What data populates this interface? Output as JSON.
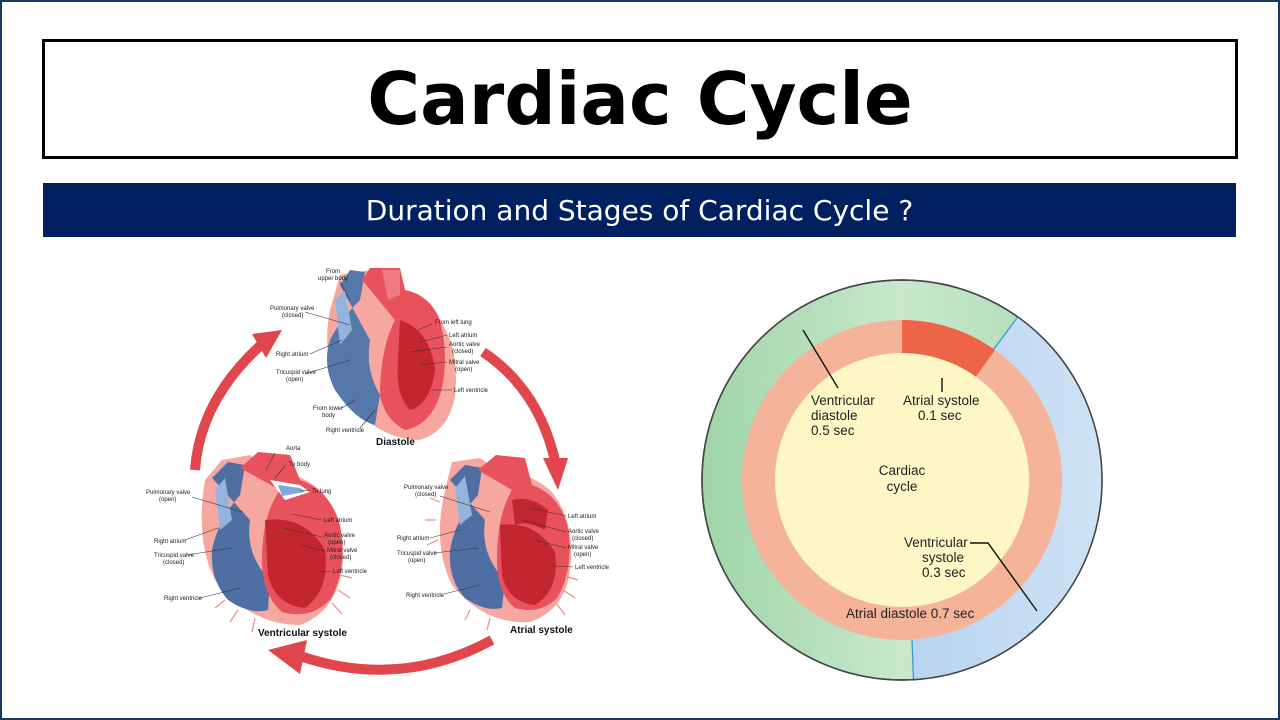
{
  "title": "Cardiac Cycle",
  "subtitle": "Duration and Stages of Cardiac Cycle ?",
  "heart_diagram": {
    "stages": {
      "diastole": "Diastole",
      "ventricular_systole": "Ventricular systole",
      "atrial_systole": "Atrial systole"
    },
    "diastole_labels": {
      "from_upper_body_1": "From",
      "from_upper_body_2": "upper body",
      "pulmonary_valve_1": "Pulmonary valve",
      "pulmonary_valve_2": "(closed)",
      "right_atrium": "Right atrium",
      "tricuspid_valve_1": "Tricuspid  valve",
      "tricuspid_valve_2": "(open)",
      "from_lower_body_1": "From lower",
      "from_lower_body_2": "body",
      "right_ventricle": "Right ventricle",
      "from_left_lung": "From left lung",
      "left_atrium": "Left atrium",
      "aortic_valve_1": "Aortic valve",
      "aortic_valve_2": "(closed)",
      "mitral_valve_1": "Mitral  valve",
      "mitral_valve_2": "(open)",
      "left_ventricle": "Left ventricle"
    },
    "vsystole_labels": {
      "aorta": "Aorta",
      "to_body": "To body",
      "to_lung": "To lung",
      "pulmonary_valve_1": "Pulmonary valve",
      "pulmonary_valve_2": "(open)",
      "left_atrium": "Left atrium",
      "right_atrium": "Right atrium",
      "aortic_valve_1": "Aortic valve",
      "aortic_valve_2": "(open)",
      "tricuspid_valve_1": "Tricuspid  valve",
      "tricuspid_valve_2": "(closed)",
      "mitral_valve_1": "Mitral  valve",
      "mitral_valve_2": "(closed)",
      "left_ventricle": "Left ventricle",
      "right_ventricle": "Right ventricle"
    },
    "asystole_labels": {
      "pulmonary_valve_1": "Pulmonary valve",
      "pulmonary_valve_2": "(closed)",
      "left_atrium": "Left atrium",
      "right_atrium": "Right atrium",
      "aortic_valve_1": "Aortic valve",
      "aortic_valve_2": "(closed)",
      "tricuspid_valve_1": "Tricuspid  valve",
      "tricuspid_valve_2": "(open)",
      "mitral_valve_1": "Mitral  valve",
      "mitral_valve_2": "(open)",
      "left_ventricle": "Left ventricle",
      "right_ventricle": "Right ventricle"
    }
  },
  "cycle_diagram": {
    "center_line1": "Cardiac",
    "center_line2": "cycle",
    "ventricular_diastole_line1": "Ventricular",
    "ventricular_diastole_line2": "diastole",
    "ventricular_diastole_line3": "0.5 sec",
    "atrial_systole_line1": "Atrial systole",
    "atrial_systole_line2": "0.1 sec",
    "ventricular_systole_line1": "Ventricular",
    "ventricular_systole_line2": "systole",
    "ventricular_systole_line3": "0.3 sec",
    "atrial_diastole": "Atrial diastole 0.7 sec",
    "colors": {
      "outer_green": "#a8d9b0",
      "outer_blue": "#c5dcf2",
      "salmon_ring": "#f5b49a",
      "atrial_systole": "#ee6446",
      "center": "#fdf7c5"
    }
  }
}
